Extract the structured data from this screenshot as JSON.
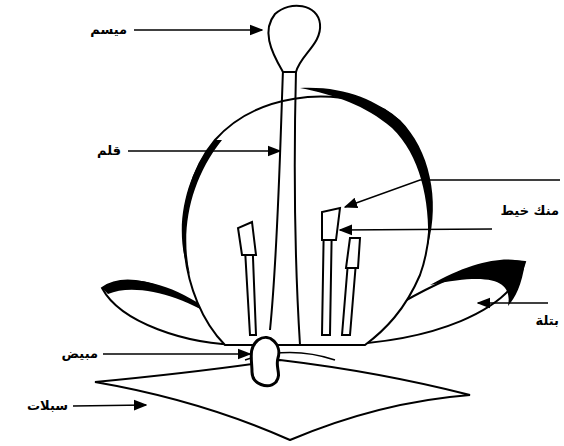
{
  "diagram": {
    "labels": [
      "ميسم",
      "قلم",
      "منك خيط",
      "بتلة",
      "مبيض",
      "سبلات"
    ]
  }
}
